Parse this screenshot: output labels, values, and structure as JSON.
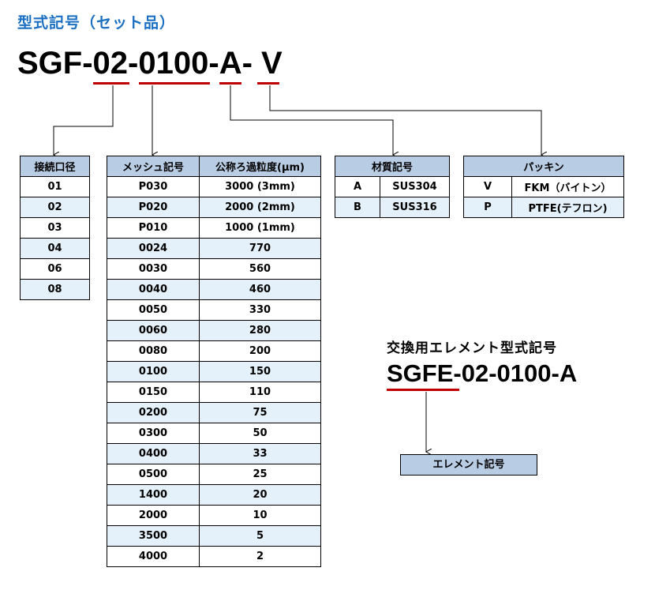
{
  "title": "型式記号（セット品）",
  "model": {
    "prefix": "SGF-",
    "size": "02",
    "dash1": "-",
    "mesh": "0100",
    "dash2": "-",
    "material": "A",
    "dash3": "-",
    "packing": "V"
  },
  "connection_table": {
    "header": "接続口径",
    "rows": [
      "01",
      "02",
      "03",
      "04",
      "06",
      "08"
    ]
  },
  "mesh_table": {
    "headers": [
      "メッシュ記号",
      "公称ろ過粒度(μm)"
    ],
    "rows": [
      [
        "P030",
        "3000 (3mm)"
      ],
      [
        "P020",
        "2000 (2mm)"
      ],
      [
        "P010",
        "1000 (1mm)"
      ],
      [
        "0024",
        "770"
      ],
      [
        "0030",
        "560"
      ],
      [
        "0040",
        "460"
      ],
      [
        "0050",
        "330"
      ],
      [
        "0060",
        "280"
      ],
      [
        "0080",
        "200"
      ],
      [
        "0100",
        "150"
      ],
      [
        "0150",
        "110"
      ],
      [
        "0200",
        "75"
      ],
      [
        "0300",
        "50"
      ],
      [
        "0400",
        "33"
      ],
      [
        "0500",
        "25"
      ],
      [
        "1400",
        "20"
      ],
      [
        "2000",
        "10"
      ],
      [
        "3500",
        "5"
      ],
      [
        "4000",
        "2"
      ]
    ]
  },
  "material_table": {
    "header": "材質記号",
    "rows": [
      [
        "A",
        "SUS304"
      ],
      [
        "B",
        "SUS316"
      ]
    ]
  },
  "packing_table": {
    "header": "パッキン",
    "rows": [
      [
        "V",
        "FKM（バイトン）"
      ],
      [
        "P",
        "PTFE(テフロン)"
      ]
    ]
  },
  "element": {
    "title": "交換用エレメント型式記号",
    "prefix": "SGFE",
    "rest": "-02-0100-A",
    "label": "エレメント記号"
  },
  "colors": {
    "title_blue": "#1b6fc2",
    "underline_red": "#c00000",
    "header_fill": "#b8cce4",
    "stripe_fill": "#e4f0fa"
  }
}
